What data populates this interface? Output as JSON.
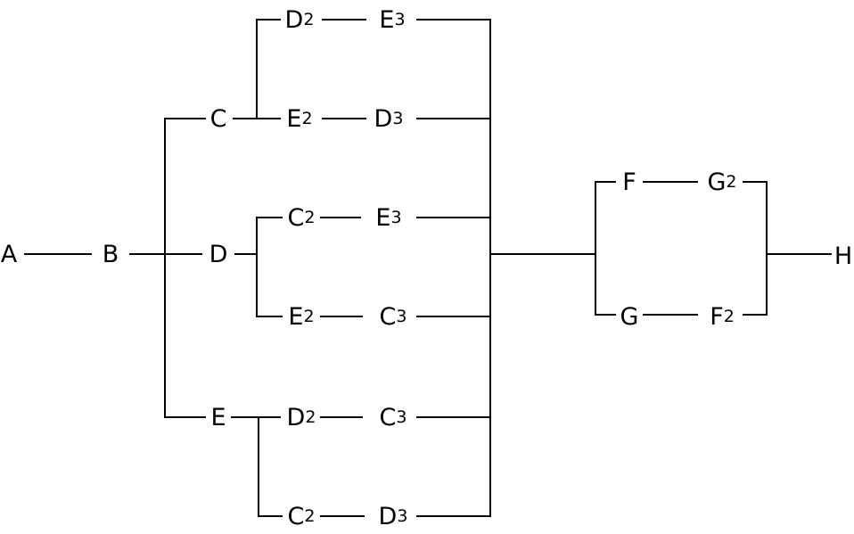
{
  "colors": {
    "line": "#000000",
    "text": "#000000",
    "background": "#ffffff"
  },
  "nodes": {
    "a": {
      "letter": "A",
      "sub": ""
    },
    "b": {
      "letter": "B",
      "sub": ""
    },
    "c": {
      "letter": "C",
      "sub": ""
    },
    "d": {
      "letter": "D",
      "sub": ""
    },
    "e": {
      "letter": "E",
      "sub": ""
    },
    "c_d2": {
      "letter": "D",
      "sub": "2"
    },
    "c_e3": {
      "letter": "E",
      "sub": "3"
    },
    "c_e2": {
      "letter": "E",
      "sub": "2"
    },
    "c_d3": {
      "letter": "D",
      "sub": "3"
    },
    "d_c2": {
      "letter": "C",
      "sub": "2"
    },
    "d_e3": {
      "letter": "E",
      "sub": "3"
    },
    "d_e2": {
      "letter": "E",
      "sub": "2"
    },
    "d_c3": {
      "letter": "C",
      "sub": "3"
    },
    "e_d2": {
      "letter": "D",
      "sub": "2"
    },
    "e_c3": {
      "letter": "C",
      "sub": "3"
    },
    "e_c2": {
      "letter": "C",
      "sub": "2"
    },
    "e_d3": {
      "letter": "D",
      "sub": "3"
    },
    "f": {
      "letter": "F",
      "sub": ""
    },
    "g2": {
      "letter": "G",
      "sub": "2"
    },
    "g": {
      "letter": "G",
      "sub": ""
    },
    "f2": {
      "letter": "F",
      "sub": "2"
    },
    "h": {
      "letter": "H",
      "sub": ""
    }
  }
}
